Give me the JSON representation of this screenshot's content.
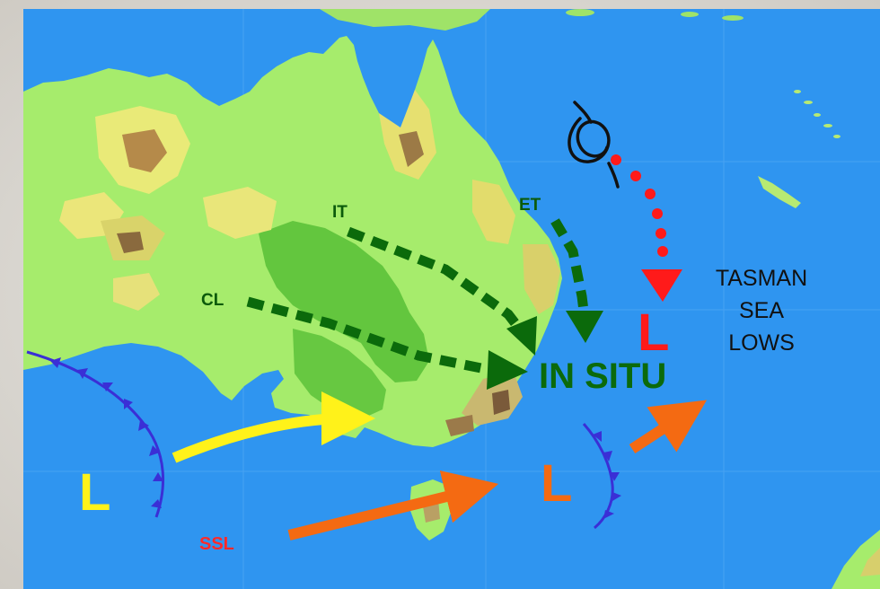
{
  "labels": {
    "it": "IT",
    "et": "ET",
    "cl": "CL",
    "in_situ": "IN SITU",
    "tasman": [
      "TASMAN",
      "SEA",
      "LOWS"
    ],
    "ssl": "SSL",
    "low": "L"
  },
  "colors": {
    "ocean": "#2f95f0",
    "land": "#a6ec6c",
    "dark_green_route": "#0b6a0b",
    "red_track": "#ff1a1a",
    "yellow_flow": "#fff21a",
    "orange_flow": "#f46a12",
    "front": "#3a2fd6"
  },
  "icons": [
    "cyclone-icon",
    "cold-front-symbol"
  ]
}
